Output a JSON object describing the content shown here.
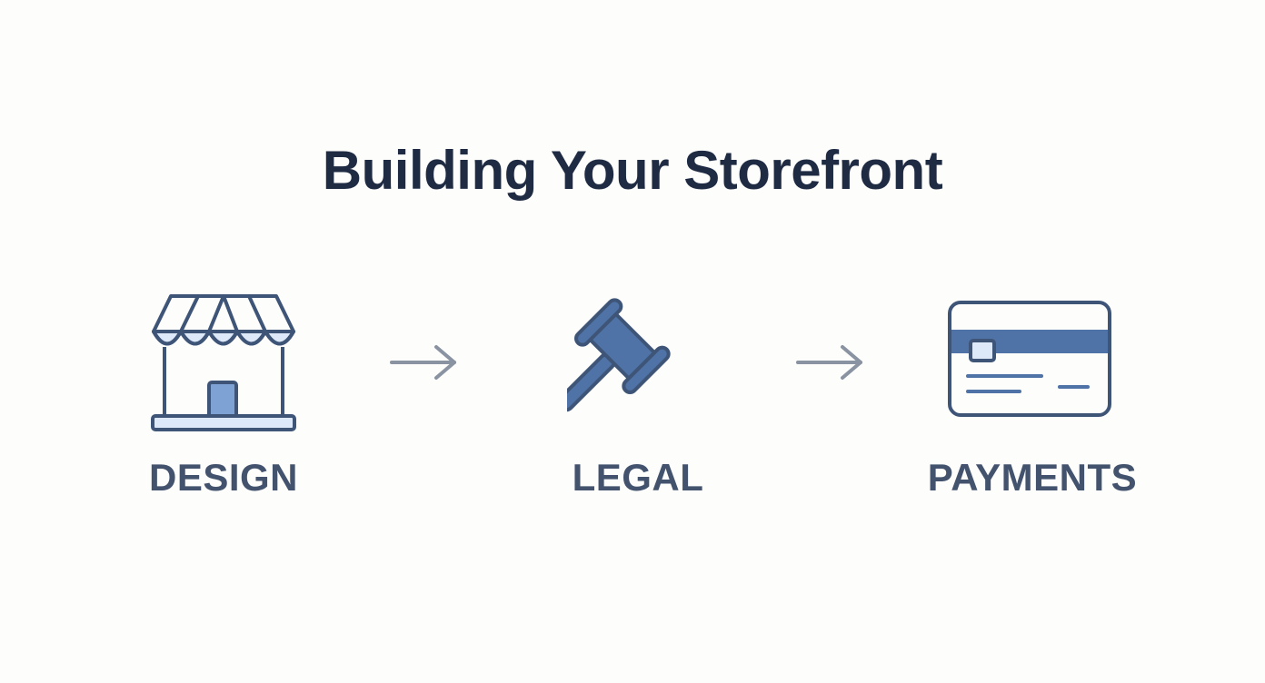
{
  "title": "Building Your Storefront",
  "steps": [
    {
      "label": "DESIGN",
      "icon": "storefront-icon"
    },
    {
      "label": "LEGAL",
      "icon": "gavel-icon"
    },
    {
      "label": "PAYMENTS",
      "icon": "credit-card-icon"
    }
  ],
  "colors": {
    "title": "#1e2b43",
    "label": "#43536e",
    "icon_stroke": "#3e5578",
    "icon_fill": "#4f73a6",
    "icon_light_fill": "#dde9f8",
    "arrow": "#8a93a1",
    "background": "#fdfdfc"
  }
}
